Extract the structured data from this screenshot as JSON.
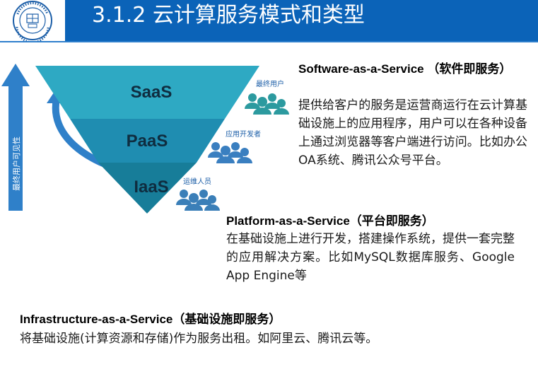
{
  "header": {
    "title": "3.1.2 云计算服务模式和类型",
    "logo_ring_text": "CHONGQING UNIVERSITY",
    "logo_year": "1929",
    "background_color": "#0b63b8"
  },
  "diagram": {
    "arrow_label": "最终用户可见性",
    "layers": [
      {
        "label": "SaaS",
        "color": "#2ea9c3"
      },
      {
        "label": "PaaS",
        "color": "#1f8db1"
      },
      {
        "label": "IaaS",
        "color": "#177d99"
      }
    ],
    "user_groups": [
      {
        "label": "最终用户",
        "icon": "people-group-icon",
        "color": "#2c9a9f"
      },
      {
        "label": "应用开发者",
        "icon": "people-group-icon",
        "color": "#3a7fc0"
      },
      {
        "label": "运维人员",
        "icon": "people-group-icon",
        "color": "#3b7fb8"
      }
    ],
    "accent_color": "#2f80c9"
  },
  "saas": {
    "heading": "Software-as-a-Service （软件即服务）",
    "desc": "提供给客户的服务是运营商运行在云计算基础设施上的应用程序，用户可以在各种设备上通过浏览器等客户端进行访问。比如办公OA系统、腾讯公众号平台。"
  },
  "paas": {
    "heading": "Platform-as-a-Service（平台即服务）",
    "desc": "在基础设施上进行开发，搭建操作系统，提供一套完整的应用解决方案。比如MySQL数据库服务、Google App Engine等"
  },
  "iaas": {
    "heading": "Infrastructure-as-a-Service（基础设施即服务）",
    "desc": "将基础设施(计算资源和存储)作为服务出租。如阿里云、腾讯云等。"
  }
}
